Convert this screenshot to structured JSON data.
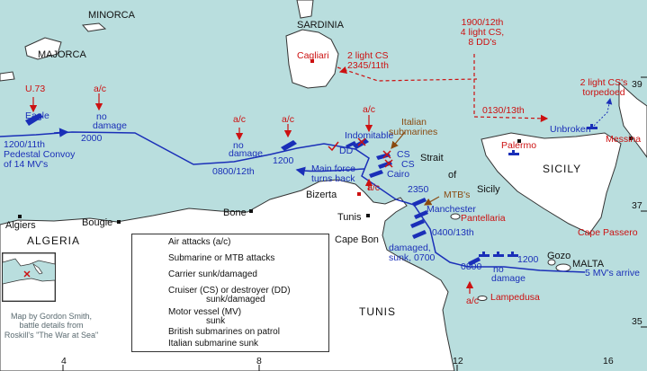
{
  "colors": {
    "sea": "#b9dede",
    "land": "#ffffff",
    "convoy_route": "#1a2fb8",
    "air_attack": "#cc1111",
    "submarine_attack": "#8a4a10",
    "italian_sub_sunk": "#cc1111",
    "place": "#111111"
  },
  "places": {
    "minorca": "MINORCA",
    "majorca": "MAJORCA",
    "sardinia": "SARDINIA",
    "cagliari": "Cagliari",
    "sicily": "SICILY",
    "palermo": "Palermo",
    "messina": "Messina",
    "cape_passero": "Cape Passero",
    "algeria": "ALGERIA",
    "algiers": "Algiers",
    "bougie": "Bougie",
    "bone": "Bone",
    "bizerta": "Bizerta",
    "tunis": "Tunis",
    "tunis_region": "TUNIS",
    "cape_bon": "Cape Bon",
    "strait": "Strait",
    "of": "of",
    "sicily_strait": "Sicily",
    "pantellaria": "Pantellaria",
    "lampedusa": "Lampedusa",
    "gozo": "Gozo",
    "malta": "MALTA"
  },
  "annotations": {
    "u73": "U.73",
    "eagle": "Eagle",
    "ac": "a/c",
    "no": "no",
    "damage": "damage",
    "no_damage": "no damage",
    "t2000": "2000",
    "t1200": "1200",
    "t0800_12": "0800/12th",
    "convoy_line1": "1200/11th",
    "convoy_line2": "Pedestal Convoy",
    "convoy_line3": "of 14 MV's",
    "indomitable": "Indomitable",
    "dd": "DD",
    "italian": "Italian",
    "submarines": "submarines",
    "cs": "CS",
    "cairo": "Cairo",
    "main_force1": "Main force",
    "main_force2": "turns back",
    "t2350": "2350",
    "mtbs": "MTB's",
    "manchester": "Manchester",
    "t0400_13": "0400/13th",
    "damaged_sunk": "damaged,",
    "sunk_0700": "sunk, 0700",
    "t0800": "0800",
    "t1200b": "1200",
    "five_mv": "5 MV's arrive",
    "light_cs_1": "2 light CS",
    "light_cs_2": "2345/11th",
    "force_1900": "1900/12th",
    "force_light": "4 light CS,",
    "force_dd": "8 DD's",
    "t0130": "0130/13th",
    "torp1": "2 light CS's",
    "torp2": "torpedoed",
    "unbroken": "Unbroken"
  },
  "axes": {
    "lon_ticks": [
      "4",
      "8",
      "12",
      "16"
    ],
    "lat_ticks": [
      "39",
      "37",
      "35"
    ]
  },
  "legend": {
    "items": [
      {
        "label": "Air attacks (a/c)"
      },
      {
        "label": "Submarine or MTB attacks"
      },
      {
        "label": "Carrier sunk/damaged"
      },
      {
        "label": "Cruiser (CS) or destroyer (DD)"
      },
      {
        "label": "sunk/damaged"
      },
      {
        "label": "Motor vessel (MV)"
      },
      {
        "label": "sunk"
      },
      {
        "label": "British submarines on patrol"
      },
      {
        "label": "Italian submarine sunk"
      }
    ]
  },
  "credit": {
    "line1": "Map by Gordon Smith,",
    "line2": "battle details from",
    "line3": "Roskill's \"The War at Sea\""
  }
}
